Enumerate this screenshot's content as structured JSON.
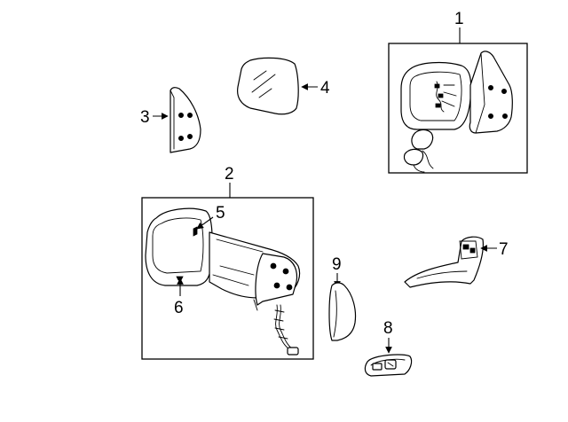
{
  "diagram": {
    "callouts": [
      {
        "number": "1"
      },
      {
        "number": "2"
      },
      {
        "number": "3"
      },
      {
        "number": "4"
      },
      {
        "number": "5"
      },
      {
        "number": "6"
      },
      {
        "number": "7"
      },
      {
        "number": "8"
      },
      {
        "number": "9"
      }
    ]
  }
}
